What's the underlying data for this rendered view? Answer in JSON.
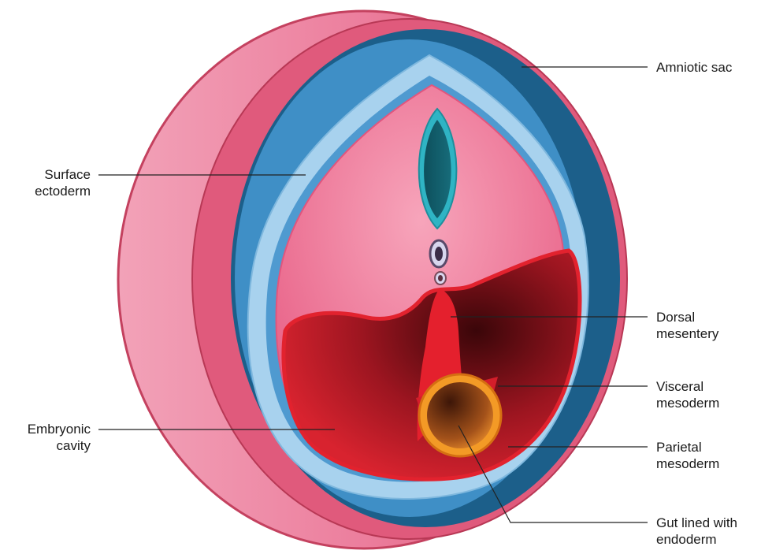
{
  "labels": {
    "amniotic_sac": {
      "line1": "Amniotic sac",
      "line2": ""
    },
    "surface_ectoderm": {
      "line1": "Surface",
      "line2": "ectoderm"
    },
    "dorsal_mesentery": {
      "line1": "Dorsal",
      "line2": "mesentery"
    },
    "visceral_mesoderm": {
      "line1": "Visceral",
      "line2": "mesoderm"
    },
    "embryonic_cavity": {
      "line1": "Embryonic",
      "line2": "cavity"
    },
    "parietal_mesoderm": {
      "line1": "Parietal",
      "line2": "mesoderm"
    },
    "gut_lined_with_endoderm": {
      "line1": "Gut lined with",
      "line2": "endoderm"
    }
  },
  "colors": {
    "outer_pink": "#e85f83",
    "pink_light": "#f2a2b8",
    "blue_dark": "#1c5f8a",
    "blue_mid": "#3f8fc6",
    "blue_light": "#a8d2ee",
    "body_pink": "#f07a9a",
    "cavity_red": "#c81e2b",
    "cavity_dark": "#4a0a0e",
    "gut_orange": "#f39a26",
    "neural_teal": "#2fb4c4"
  }
}
